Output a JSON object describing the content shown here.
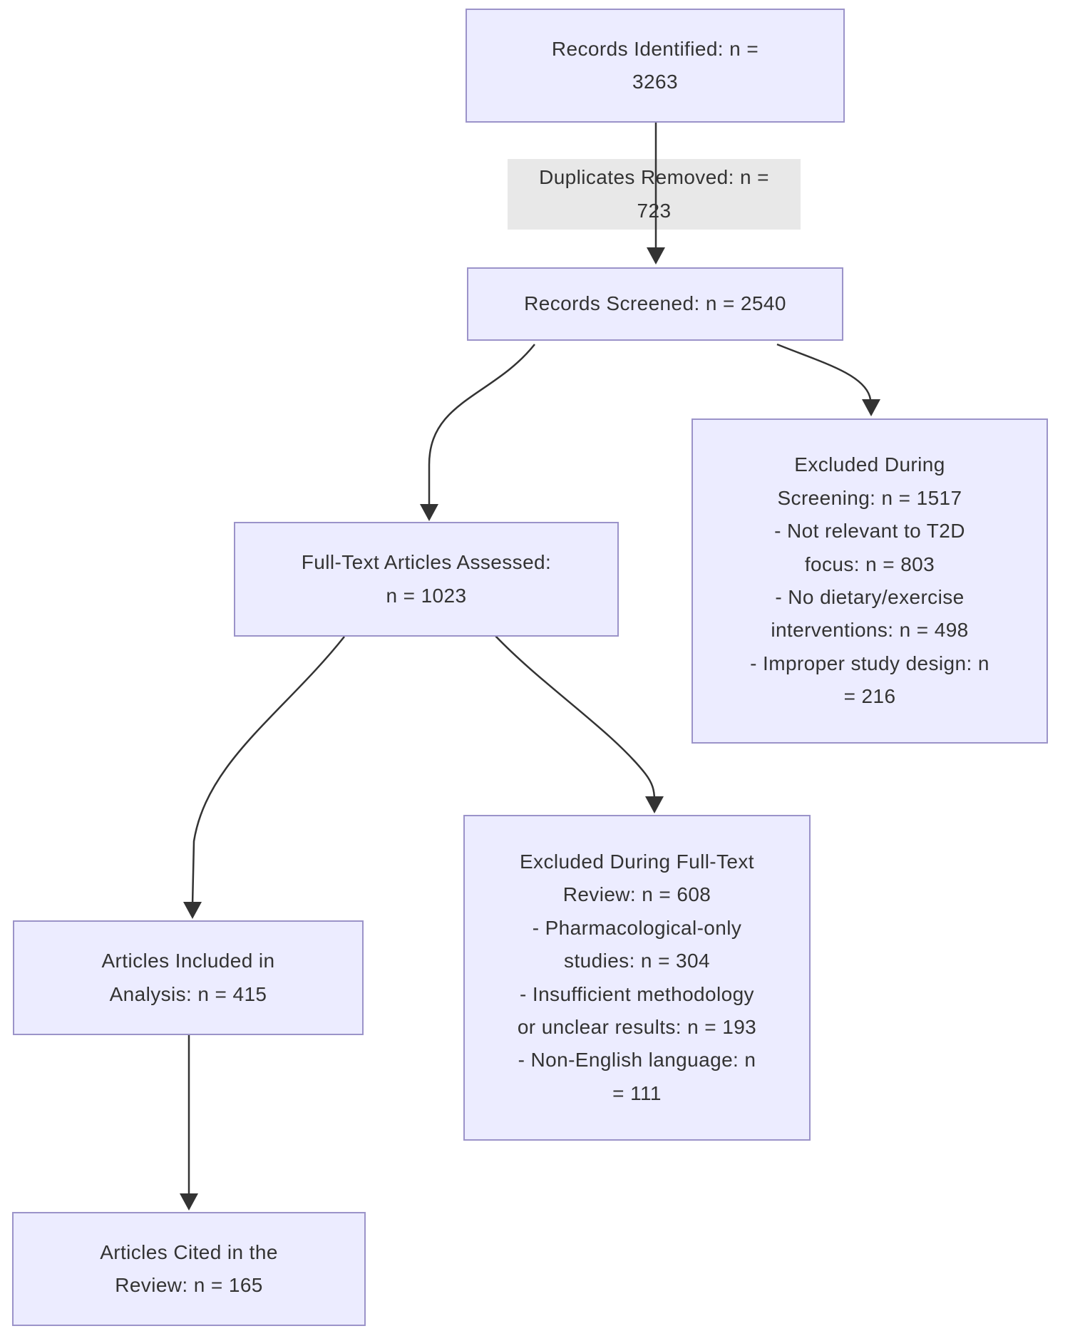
{
  "flowchart": {
    "title": "Article screening and selection flow diagram",
    "colors": {
      "background": "#ffffff",
      "node_fill": "#ECECFF",
      "node_border": "#9b93c9",
      "edge_label_fill": "#e8e8e8",
      "text": "#333333",
      "edge": "#333333"
    },
    "nodes": {
      "records_identified": {
        "label": "Records Identified: n =\n3263"
      },
      "records_screened": {
        "label": "Records Screened: n = 2540"
      },
      "excluded_screening": {
        "label": "Excluded During\nScreening: n = 1517\n- Not relevant to T2D\nfocus: n = 803\n- No dietary/exercise\ninterventions: n = 498\n- Improper study design: n\n= 216"
      },
      "fulltext_assessed": {
        "label": "Full-Text Articles Assessed:\nn = 1023"
      },
      "excluded_fulltext": {
        "label": "Excluded During Full-Text\nReview: n = 608\n- Pharmacological-only\nstudies: n = 304\n- Insufficient methodology\nor unclear results: n = 193\n- Non-English language: n\n= 111"
      },
      "included_analysis": {
        "label": "Articles Included in\nAnalysis: n = 415"
      },
      "cited_review": {
        "label": "Articles Cited in the\nReview: n = 165"
      }
    },
    "edges": [
      {
        "from": "records_identified",
        "to": "records_screened",
        "label": "Duplicates Removed: n =\n723"
      },
      {
        "from": "records_screened",
        "to": "fulltext_assessed",
        "label": ""
      },
      {
        "from": "records_screened",
        "to": "excluded_screening",
        "label": ""
      },
      {
        "from": "fulltext_assessed",
        "to": "included_analysis",
        "label": ""
      },
      {
        "from": "fulltext_assessed",
        "to": "excluded_fulltext",
        "label": ""
      },
      {
        "from": "included_analysis",
        "to": "cited_review",
        "label": ""
      }
    ]
  }
}
